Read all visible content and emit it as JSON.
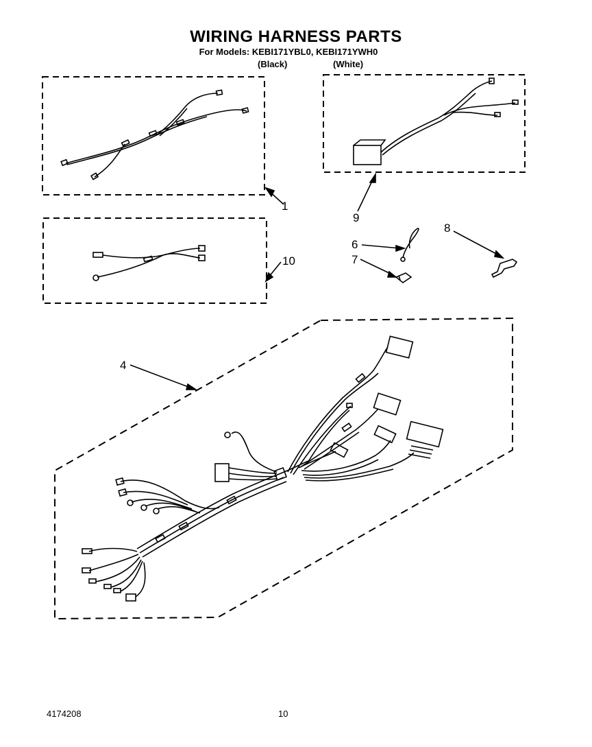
{
  "header": {
    "title": "WIRING HARNESS PARTS",
    "models_line": "For Models: KEBI171YBL0, KEBI171YWH0",
    "variant_black": "(Black)",
    "variant_white": "(White)"
  },
  "callouts": {
    "part_1": "1",
    "part_4": "4",
    "part_6": "6",
    "part_7": "7",
    "part_8": "8",
    "part_9": "9",
    "part_10": "10"
  },
  "footer": {
    "document_number": "4174208",
    "page_number": "10"
  }
}
